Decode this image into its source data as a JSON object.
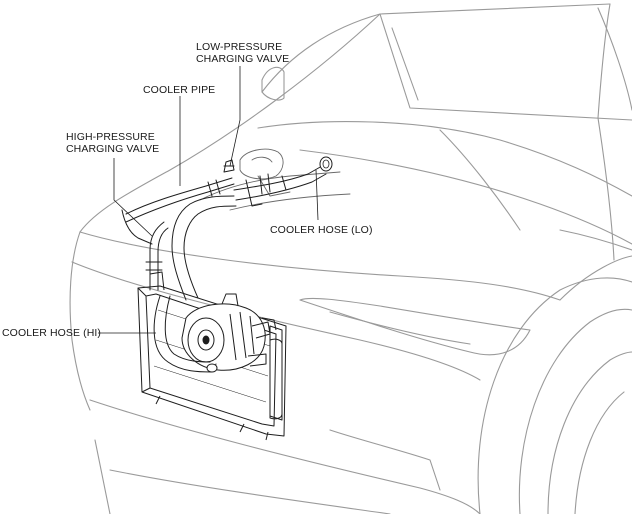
{
  "callouts": {
    "low_pressure_valve": [
      "LOW-PRESSURE",
      "CHARGING VALVE"
    ],
    "cooler_pipe": "COOLER PIPE",
    "high_pressure_valve": [
      "HIGH-PRESSURE",
      "CHARGING VALVE"
    ],
    "cooler_hose_lo": "COOLER HOSE (LO)",
    "cooler_hose_hi": "COOLER HOSE (HI)"
  },
  "colors": {
    "car_outline": "#9a9a9a",
    "component_line": "#1e1e1e",
    "text": "#1a1a1a",
    "background": "#ffffff"
  }
}
